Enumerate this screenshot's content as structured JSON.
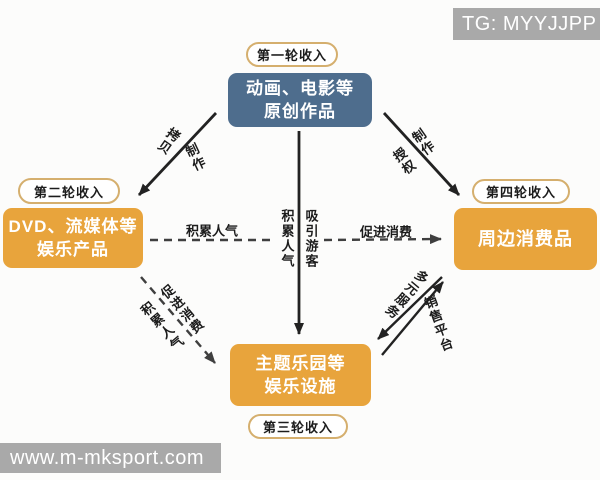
{
  "header": {
    "tg_watermark": "TG: MYYJJPP"
  },
  "footer": {
    "site_watermark": "www.m-mksport.com"
  },
  "colors": {
    "node_primary_blue": "#4E6D8D",
    "node_orange": "#E8A43C",
    "pill_border_gold": "#D5AF6E",
    "watermark_bar_gray": "#A9A9A9",
    "arrow_black": "#222222"
  },
  "pills": {
    "round1": "第一轮收入",
    "round2": "第二轮收入",
    "round3": "第三轮收入",
    "round4": "第四轮收入"
  },
  "nodes": {
    "original": {
      "line1": "动画、电影等",
      "line2": "原创作品"
    },
    "dvd": {
      "line1": "DVD、流媒体等",
      "line2": "娱乐产品"
    },
    "merch": {
      "label": "周边消费品"
    },
    "park": {
      "line1": "主题乐园等",
      "line2": "娱乐设施"
    }
  },
  "edge_labels": {
    "copy": "拷贝",
    "produce_left": "制作",
    "license": "授权",
    "produce_right": "制作",
    "accumulate_horizontal": "积累人气",
    "promote_horizontal": "促进消费",
    "accumulate_vertical": "积累人气",
    "attract_vertical": "吸引游客",
    "promote_diagonal": "促进消费",
    "accumulate_diagonal": "积累人气",
    "services": "多元服务",
    "platform": "销售平台"
  }
}
